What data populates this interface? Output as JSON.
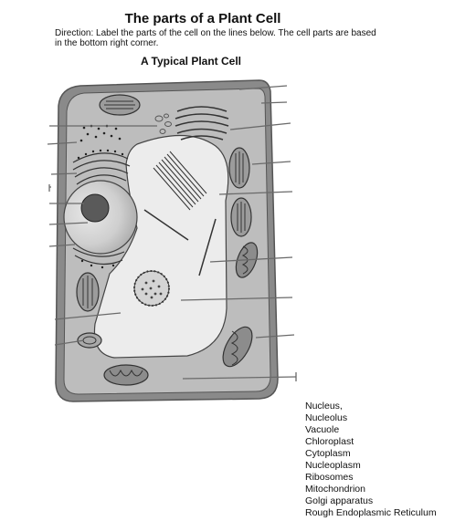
{
  "header": {
    "title": "The parts of a Plant Cell",
    "direction": "Direction: Label the parts of the cell on the lines below. The cell parts are based in the bottom right corner.",
    "diagram_title": "A Typical Plant Cell"
  },
  "word_bank": [
    "Nucleus,",
    "Nucleolus",
    "Vacuole",
    "Chloroplast",
    "Cytoplasm",
    "Nucleoplasm",
    "Ribosomes",
    "Mitochondrion",
    "Golgi apparatus",
    "Rough Endoplasmic Reticulum"
  ],
  "colors": {
    "cell_wall": "#707070",
    "cytoplasm": "#bdbdbd",
    "vacuole": "#ececec",
    "nucleus": "#dcdcdc",
    "nucleolus": "#5a5a5a",
    "line": "#6a6a6a"
  }
}
